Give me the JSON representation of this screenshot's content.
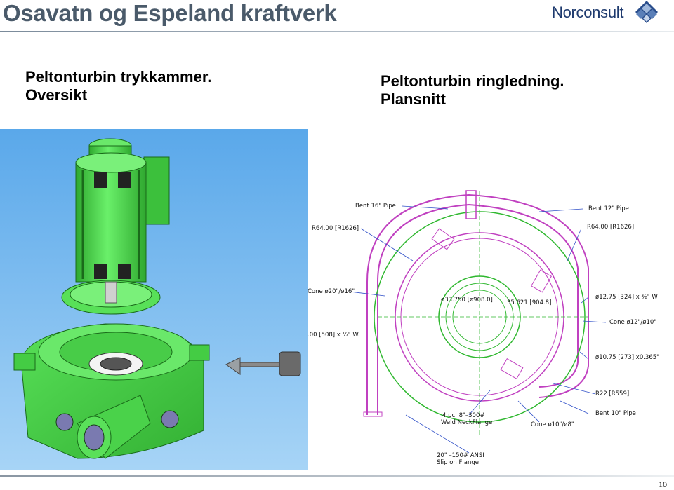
{
  "slide": {
    "title": "Osavatn og Espeland kraftverk",
    "logo_text": "Norconsult",
    "logo_icon": "norconsult-diamond-icon",
    "left_heading": {
      "line1": "Peltonturbin trykkammer.",
      "line2": "Oversikt"
    },
    "right_heading": {
      "line1": "Peltonturbin ringledning.",
      "line2": "Plansnitt"
    },
    "page_number": "10"
  },
  "drawing_labels": {
    "bent16": "Bent 16\" Pipe",
    "bent12": "Bent 12\" Pipe",
    "r64_left": "R64.00 [R1626]",
    "r64_right": "R64.00 [R1626]",
    "cone20": "Cone ø20\"/ø16\"",
    "d33": "ø33.750 [ø908.0]",
    "d35": "35.621 [904.8]",
    "d12": "ø12.75 [324] x ⅜\" W",
    "cone12": "Cone ø12\"/ø10\"",
    "pipe20": ".00 [508] x ½\" W.",
    "d10": "ø10.75 [273] x0.365\"",
    "r22": "R22 [R559]",
    "bent10": "Bent 10\" Pipe",
    "neckflange1": "4 pc. 8\"–300#",
    "neckflange2": "Weld NeckFlange",
    "cone10": "Cone ø10\"/ø8\"",
    "ansi1": "20\" –150# ANSI",
    "ansi2": "Slip on Flange"
  },
  "colors": {
    "title": "#4a5a6a",
    "logo": "#1e3a6e",
    "turbine_green": "#4cdc4c",
    "render_background": "#6ab4ec",
    "pipe_magenta": "#c040c0",
    "drawing_green": "#30b830",
    "leader_blue": "#3050c8"
  }
}
